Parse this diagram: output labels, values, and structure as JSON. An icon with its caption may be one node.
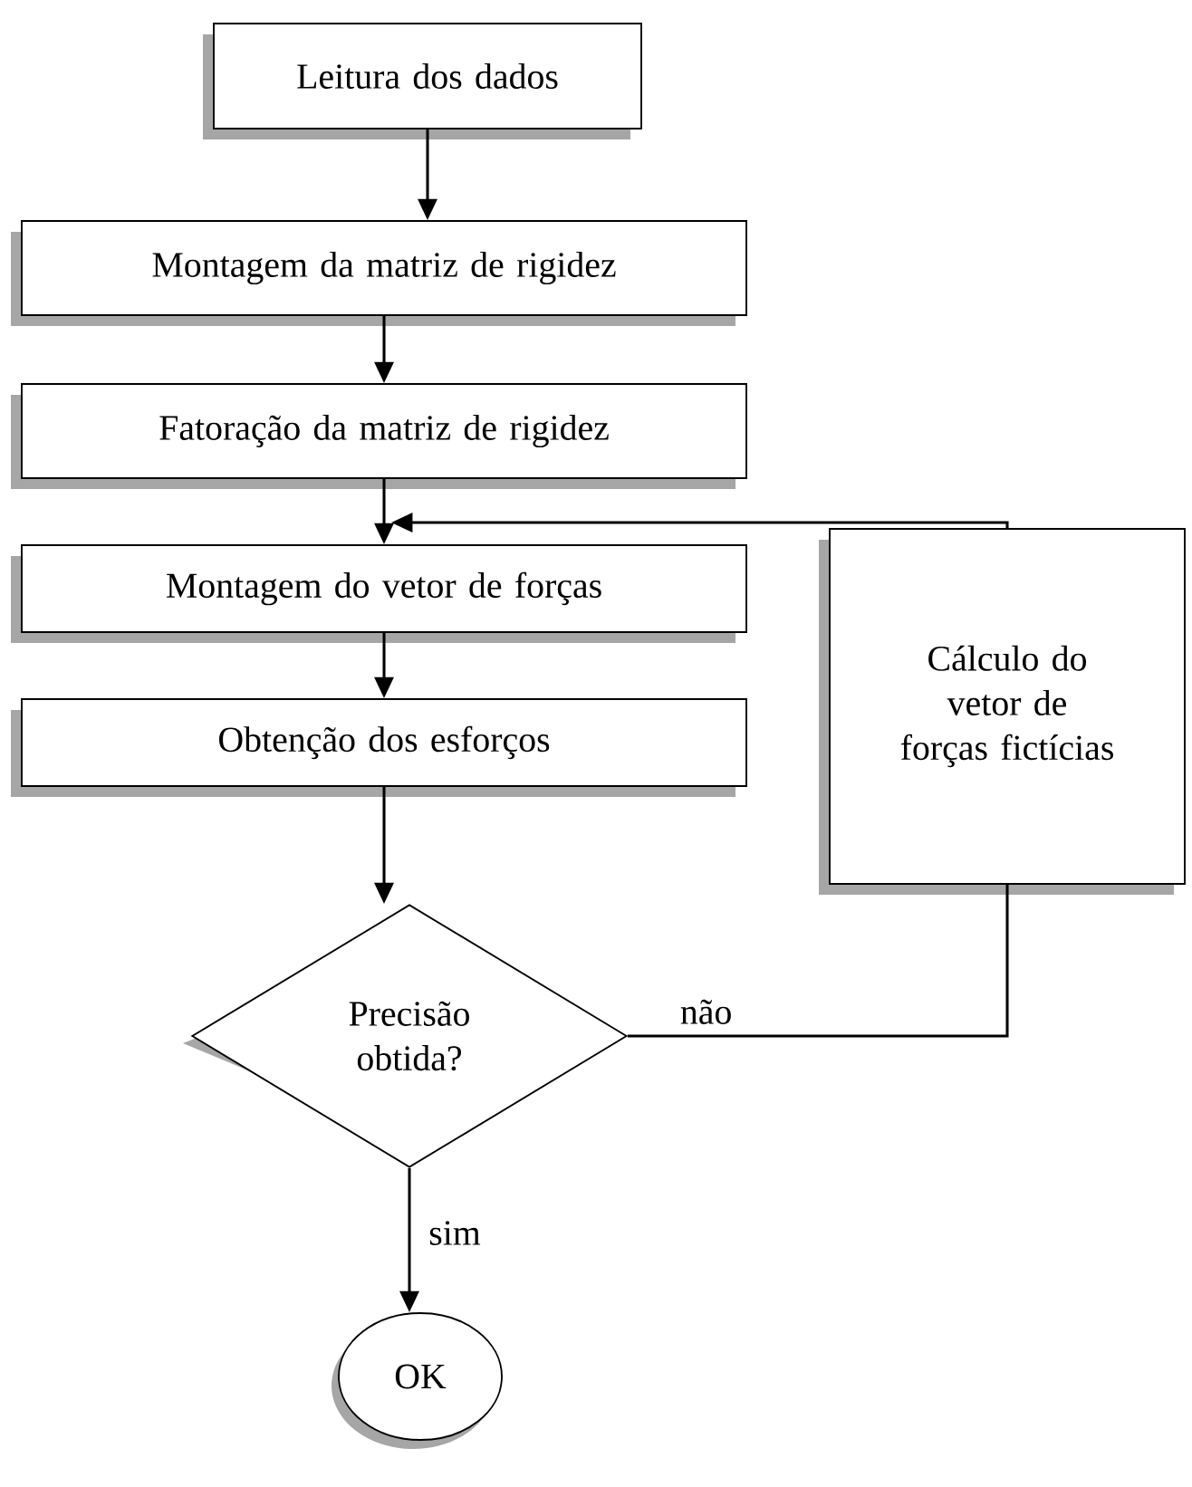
{
  "diagram": {
    "nodes": [
      {
        "text": [
          "Leitura dos dados"
        ]
      },
      {
        "text": [
          "Montagem da matriz de rigidez"
        ]
      },
      {
        "text": [
          "Fatoração da matriz de rigidez"
        ]
      },
      {
        "text": [
          "Montagem do vetor de forças"
        ]
      },
      {
        "text": [
          "Obtenção dos esforços"
        ]
      },
      {
        "text": [
          "Precisão obtida?"
        ]
      },
      {
        "text": [
          "OK"
        ]
      },
      {
        "text": [
          "Cálculo do vetor de forças fictícias"
        ]
      }
    ],
    "edges": [
      {
        "from": 0,
        "to": 1,
        "arrow": "to"
      },
      {
        "from": 1,
        "to": 2,
        "arrow": "to"
      },
      {
        "from": 2,
        "to": 3,
        "arrow": "to"
      },
      {
        "from": 3,
        "to": 4,
        "arrow": "to"
      },
      {
        "from": 4,
        "to": 5,
        "arrow": "to"
      },
      {
        "from": 5,
        "to": 6,
        "arrow": "to",
        "label": "sim"
      },
      {
        "from": 5,
        "to": 7,
        "arrow": "none",
        "label": "não"
      },
      {
        "from": 7,
        "to": 3,
        "arrow": "to"
      }
    ]
  }
}
